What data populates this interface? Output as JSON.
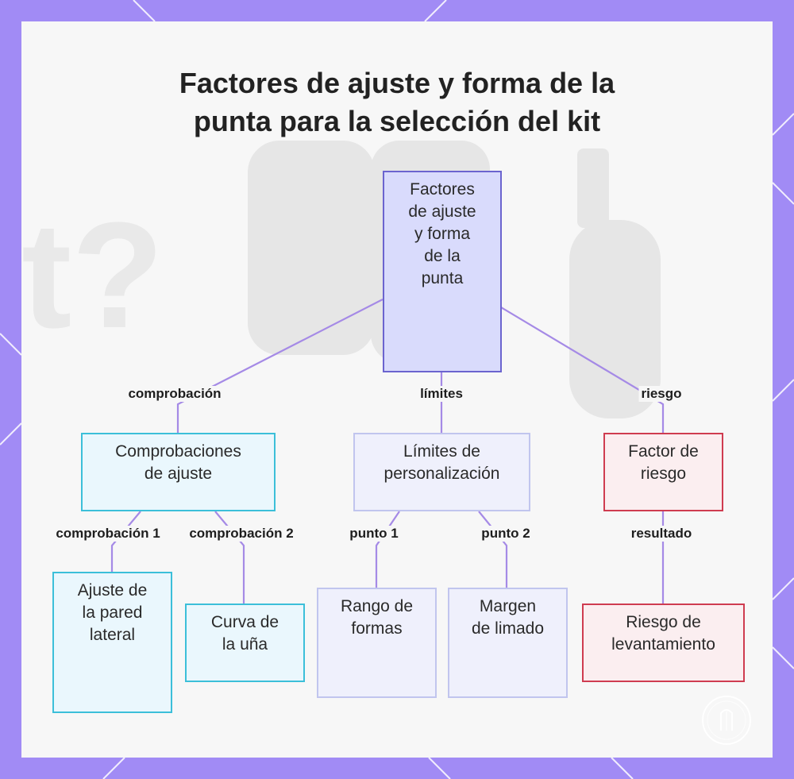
{
  "title": {
    "line1": "Factores de ajuste y forma de la",
    "line2": "punta para la selección del kit"
  },
  "nodes": {
    "root": "Factores\nde ajuste\ny forma\nde la\npunta",
    "comprobaciones": "Comprobaciones\nde ajuste",
    "limites": "Límites de\npersonalización",
    "factor_riesgo": "Factor de\nriesgo",
    "ajuste_pared": "Ajuste de\nla pared\nlateral",
    "curva_una": "Curva de\nla uña",
    "rango_formas": "Rango de\nformas",
    "margen_limado": "Margen\nde limado",
    "riesgo_levantamiento": "Riesgo de\nlevantamiento"
  },
  "edges": {
    "comprobacion": "comprobación",
    "limites": "límites",
    "riesgo": "riesgo",
    "comprobacion_1": "comprobación 1",
    "comprobacion_2": "comprobación 2",
    "punto_1": "punto 1",
    "punto_2": "punto 2",
    "resultado": "resultado"
  },
  "colors": {
    "frame": "#a18bf5",
    "connector": "#a58ae6",
    "root_border": "#6b64cf",
    "cyan_border": "#3cbfd9",
    "lavender_border": "#c1c5ee",
    "red_border": "#cf3c50"
  }
}
